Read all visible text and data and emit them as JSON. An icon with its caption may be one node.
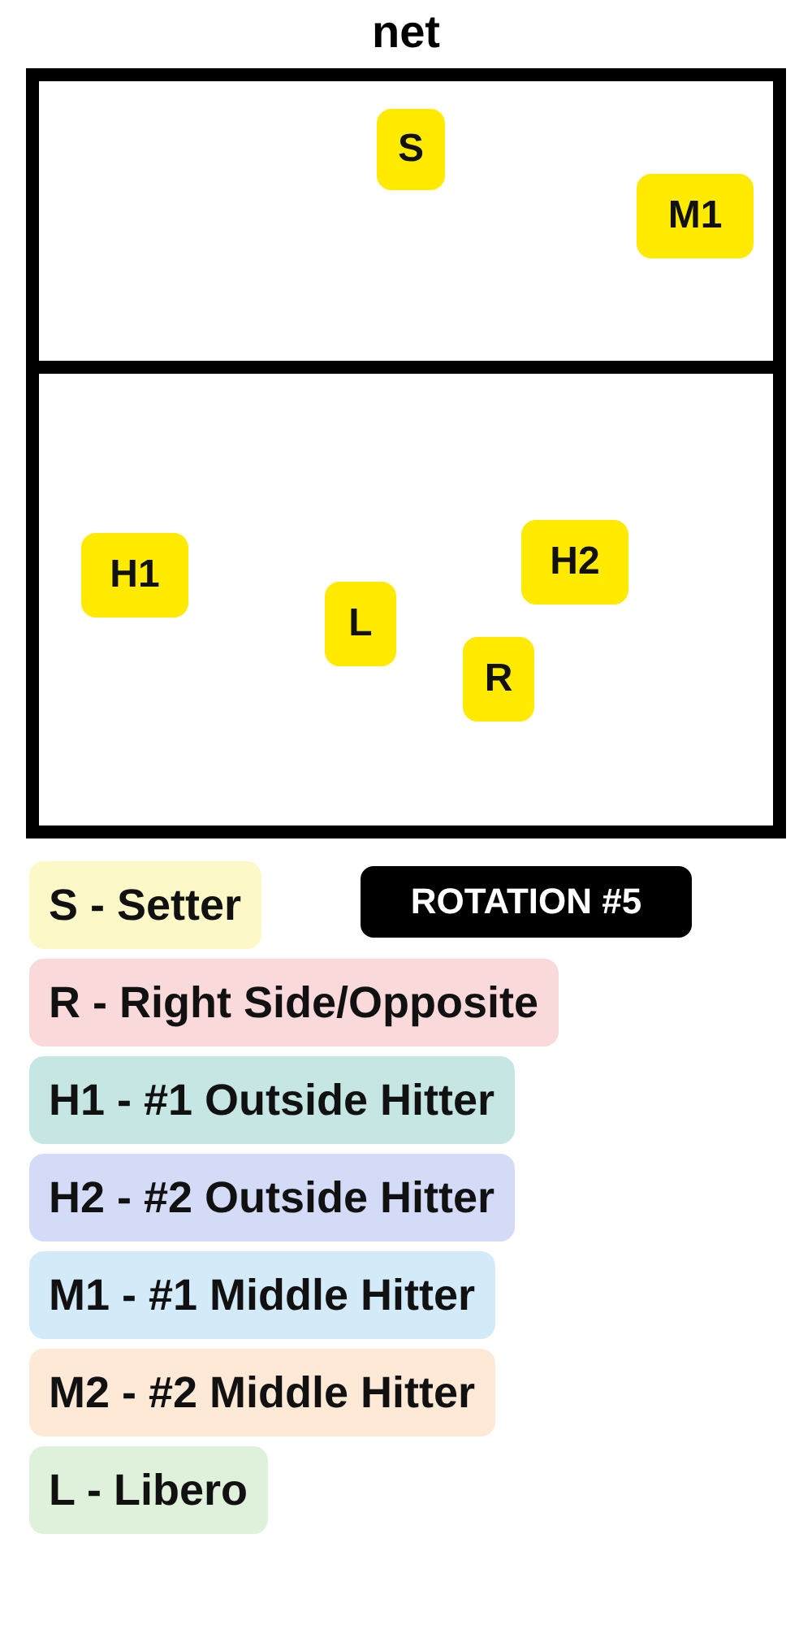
{
  "diagram": {
    "nodes": [
      {
        "text": [],
        "shape": "box"
      },
      {
        "text": [],
        "shape": "box",
        "in": 0
      },
      {
        "text": [],
        "shape": "box",
        "in": 0
      },
      {
        "text": [
          "S"
        ],
        "in": 1
      },
      {
        "text": [
          "M1"
        ],
        "in": 1
      },
      {
        "text": [
          "H1"
        ],
        "in": 2
      },
      {
        "text": [
          "H2"
        ],
        "in": 2
      },
      {
        "text": [
          "L"
        ],
        "in": 2
      },
      {
        "text": [
          "R"
        ],
        "in": 2
      },
      {
        "text": [
          "ROTATION #5"
        ]
      }
    ],
    "labels": [
      "net"
    ],
    "legend": [
      {
        "text": "S - Setter",
        "color": "#fdf8c8"
      },
      {
        "text": "R - Right Side/Opposite",
        "color": "#f9d9d9"
      },
      {
        "text": "H1 - #1 Outside Hitter",
        "color": "#c5e6e3"
      },
      {
        "text": "H2 - #2 Outside Hitter",
        "color": "#d4dbf7"
      },
      {
        "text": "M1 - #1 Middle Hitter",
        "color": "#d3ebf8"
      },
      {
        "text": "M2 - #2 Middle Hitter",
        "color": "#fde9d6"
      },
      {
        "text": "L - Libero",
        "color": "#dff1db"
      }
    ]
  }
}
